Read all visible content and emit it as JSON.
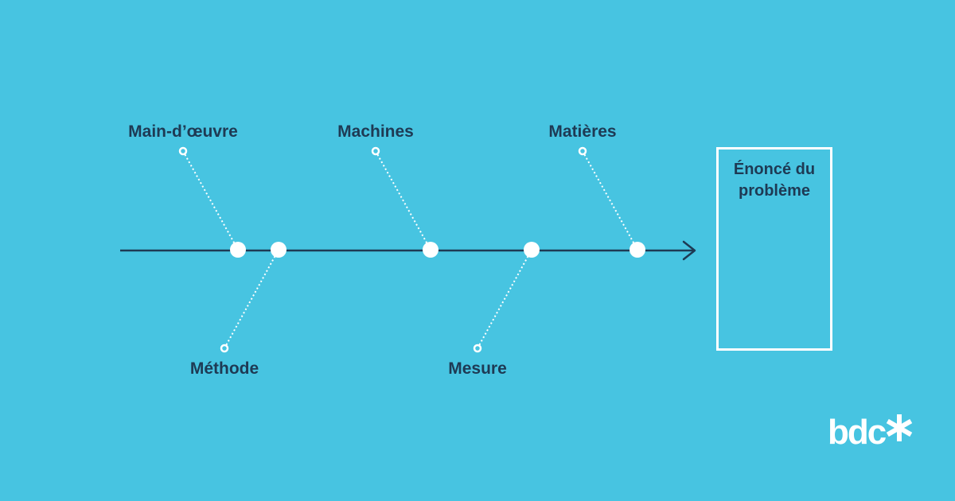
{
  "colors": {
    "background": "#47C4E1",
    "spine": "#1E3A54",
    "node": "#FFFFFF",
    "text": "#1E3A54"
  },
  "diagram": {
    "causes": [
      {
        "label": "Main-d’œuvre",
        "side": "top"
      },
      {
        "label": "Méthode",
        "side": "bottom"
      },
      {
        "label": "Machines",
        "side": "top"
      },
      {
        "label": "Mesure",
        "side": "bottom"
      },
      {
        "label": "Matières",
        "side": "top"
      }
    ],
    "problem": {
      "line1": "Énoncé du",
      "line2": "problème"
    }
  },
  "brand": {
    "logo_text": "bdc",
    "logo_icon": "asterisk-icon"
  }
}
